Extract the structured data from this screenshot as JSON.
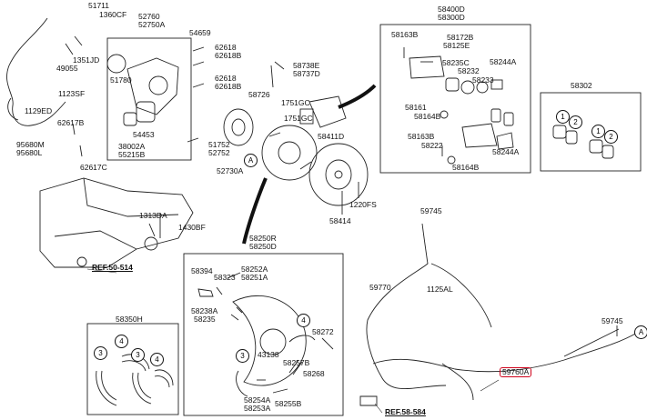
{
  "labels": {
    "p51711": "51711",
    "p1360CF": "1360CF",
    "p52760": "52760",
    "p52750A": "52750A",
    "p54659": "54659",
    "p62618a": "62618",
    "p62618Ba": "62618B",
    "p62618b": "62618",
    "p62618Bb": "62618B",
    "p1351JD": "1351JD",
    "p49055": "49055",
    "p51780": "51780",
    "p1123SF": "1123SF",
    "p1129ED": "1129ED",
    "p62617B": "62617B",
    "p95680M": "95680M",
    "p95680L": "95680L",
    "p62617C": "62617C",
    "p54453": "54453",
    "p38002A": "38002A",
    "p55215B": "55215B",
    "p51752": "51752",
    "p52752": "52752",
    "p52730A": "52730A",
    "p58738E": "58738E",
    "p58737D": "58737D",
    "p58726": "58726",
    "p1751GCa": "1751GC",
    "p1751GCb": "1751GC",
    "p58411D": "58411D",
    "p1220FS": "1220FS",
    "p58414": "58414",
    "p1313DA": "1313DA",
    "p1430BF": "1430BF",
    "p58400D": "58400D",
    "p58300D": "58300D",
    "p58163Ba": "58163B",
    "p58172B": "58172B",
    "p58125E": "58125E",
    "p58235C": "58235C",
    "p58232": "58232",
    "p58244Aa": "58244A",
    "p58233": "58233",
    "p58161": "58161",
    "p58164Ba": "58164B",
    "p58163Bb": "58163B",
    "p58222": "58222",
    "p58244Ab": "58244A",
    "p58164Bb": "58164B",
    "p58302": "58302",
    "p59745a": "59745",
    "p59770": "59770",
    "p1125AL": "1125AL",
    "p59745b": "59745",
    "p59760A": "59760A",
    "p58250R": "58250R",
    "p58250D": "58250D",
    "p58394": "58394",
    "p58323": "58323",
    "p58252A": "58252A",
    "p58251A": "58251A",
    "p58238A": "58238A",
    "p58235": "58235",
    "p58272": "58272",
    "p43138": "43138",
    "p58257B": "58257B",
    "p58268": "58268",
    "p58254A": "58254A",
    "p58253A": "58253A",
    "p58255B": "58255B",
    "p58350H": "58350H",
    "ref50": "REF.50-514",
    "ref58": "REF.58-584",
    "circA1": "A",
    "circA2": "A",
    "n1a": "1",
    "n2a": "2",
    "n1b": "1",
    "n2b": "2",
    "n3a": "3",
    "n4a": "4",
    "n3b": "3",
    "n4b": "4",
    "n4c": "4",
    "n3c": "3"
  },
  "highlight_color": "#d0021b"
}
